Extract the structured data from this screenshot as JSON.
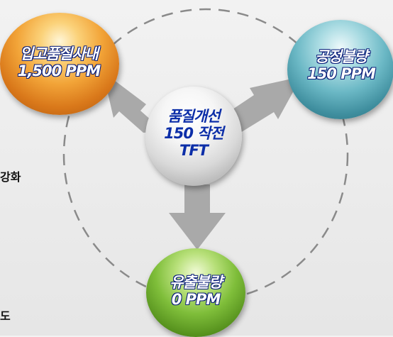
{
  "nodes": {
    "center": {
      "line1": "품질개선",
      "line2": "150 작전",
      "line3": "TFT"
    },
    "top_left": {
      "line1": "입고품질사내",
      "line2": "1,500 PPM"
    },
    "top_right": {
      "line1": "공정불량",
      "line2": "150 PPM"
    },
    "bottom": {
      "line1": "유출불량",
      "line2": "0 PPM"
    }
  },
  "side_text": {
    "right_mid": "강화",
    "bottom_right": "도"
  },
  "colors": {
    "label_blue": "#0c2ea8",
    "arrow_gray": "#a6a6a6",
    "dash_gray": "#888888",
    "sphere_orange": "#f2a438",
    "sphere_teal": "#6bb8c5",
    "sphere_green": "#7fbe3a",
    "sphere_white": "#eeeeee"
  }
}
